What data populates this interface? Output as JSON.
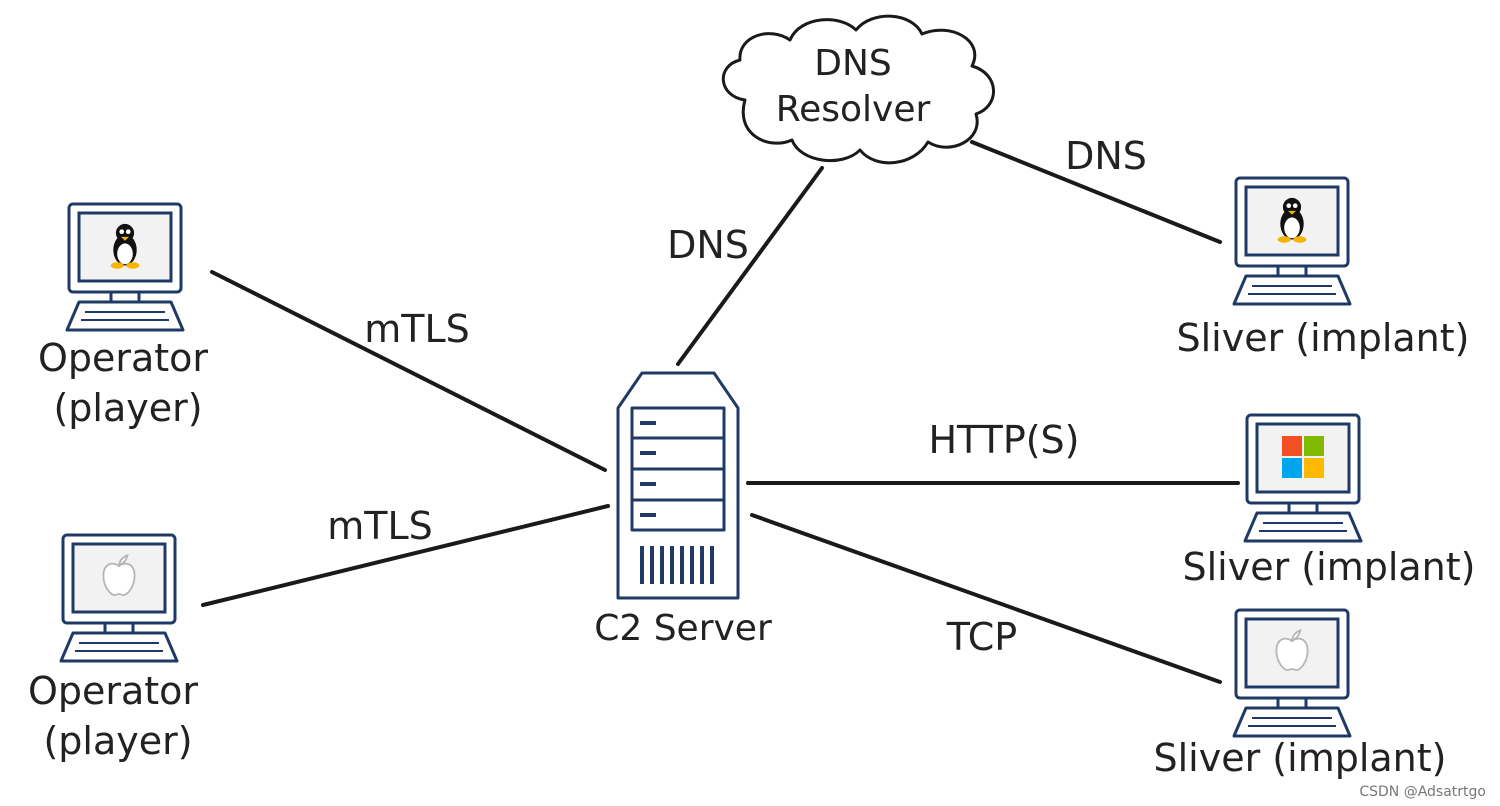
{
  "nodes": {
    "operator_linux": {
      "label_line1": "Operator",
      "label_line2": "(player)",
      "os_icon": "tux-penguin-icon"
    },
    "operator_mac": {
      "label_line1": "Operator",
      "label_line2": "(player)",
      "os_icon": "apple-logo-icon"
    },
    "c2_server": {
      "label": "C2 Server",
      "icon": "server-tower-icon"
    },
    "dns_resolver": {
      "label_line1": "DNS",
      "label_line2": "Resolver",
      "icon": "cloud-icon"
    },
    "implant_linux": {
      "label": "Sliver (implant)",
      "os_icon": "tux-penguin-icon"
    },
    "implant_windows": {
      "label": "Sliver (implant)",
      "os_icon": "windows-logo-icon"
    },
    "implant_mac": {
      "label": "Sliver (implant)",
      "os_icon": "apple-logo-icon"
    }
  },
  "edges": {
    "operator_linux_c2": "mTLS",
    "operator_mac_c2": "mTLS",
    "c2_dns": "DNS",
    "dns_implant_linux": "DNS",
    "c2_implant_windows": "HTTP(S)",
    "c2_implant_mac": "TCP"
  },
  "colors": {
    "device_stroke": "#1f3a66",
    "edge": "#1a1a1a",
    "windows_red": "#f25022",
    "windows_green": "#7fba00",
    "windows_blue": "#00a4ef",
    "windows_yellow": "#ffb900"
  },
  "watermark": "CSDN @Adsatrtgo"
}
